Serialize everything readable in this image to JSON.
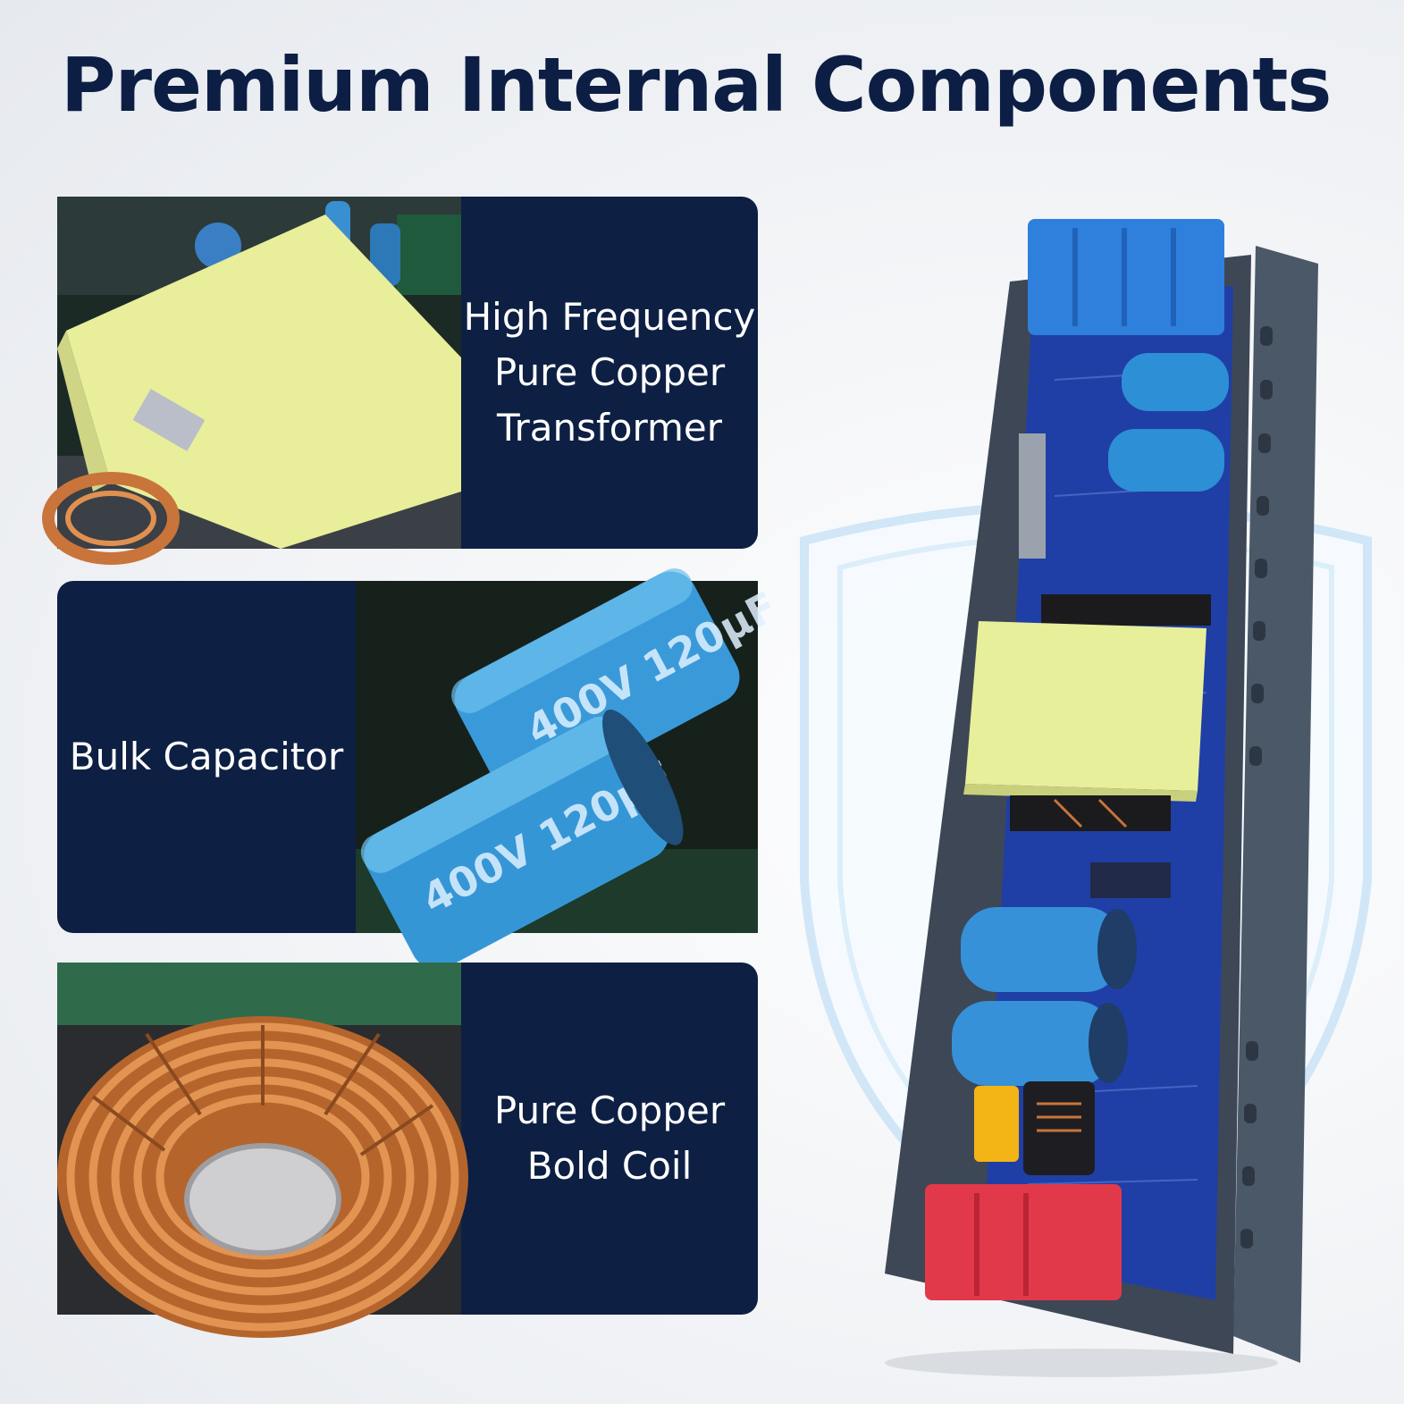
{
  "title": "Premium Internal Components",
  "components": [
    {
      "label": "High Frequency\nPure Copper\nTransformer",
      "photo_icon": "transformer-photo"
    },
    {
      "label": "Bulk Capacitor",
      "photo_icon": "capacitor-photo"
    },
    {
      "label": "Pure Copper\nBold Coil",
      "photo_icon": "coil-photo"
    }
  ],
  "colors": {
    "navy": "#0e1f44",
    "title": "#0d1e45",
    "capacitor_blue": "#3a9ad9",
    "transformer_yellow": "#e8ef9a",
    "copper": "#c9743a"
  },
  "device": {
    "capacitor_markings": [
      "400V",
      "120μF"
    ]
  }
}
